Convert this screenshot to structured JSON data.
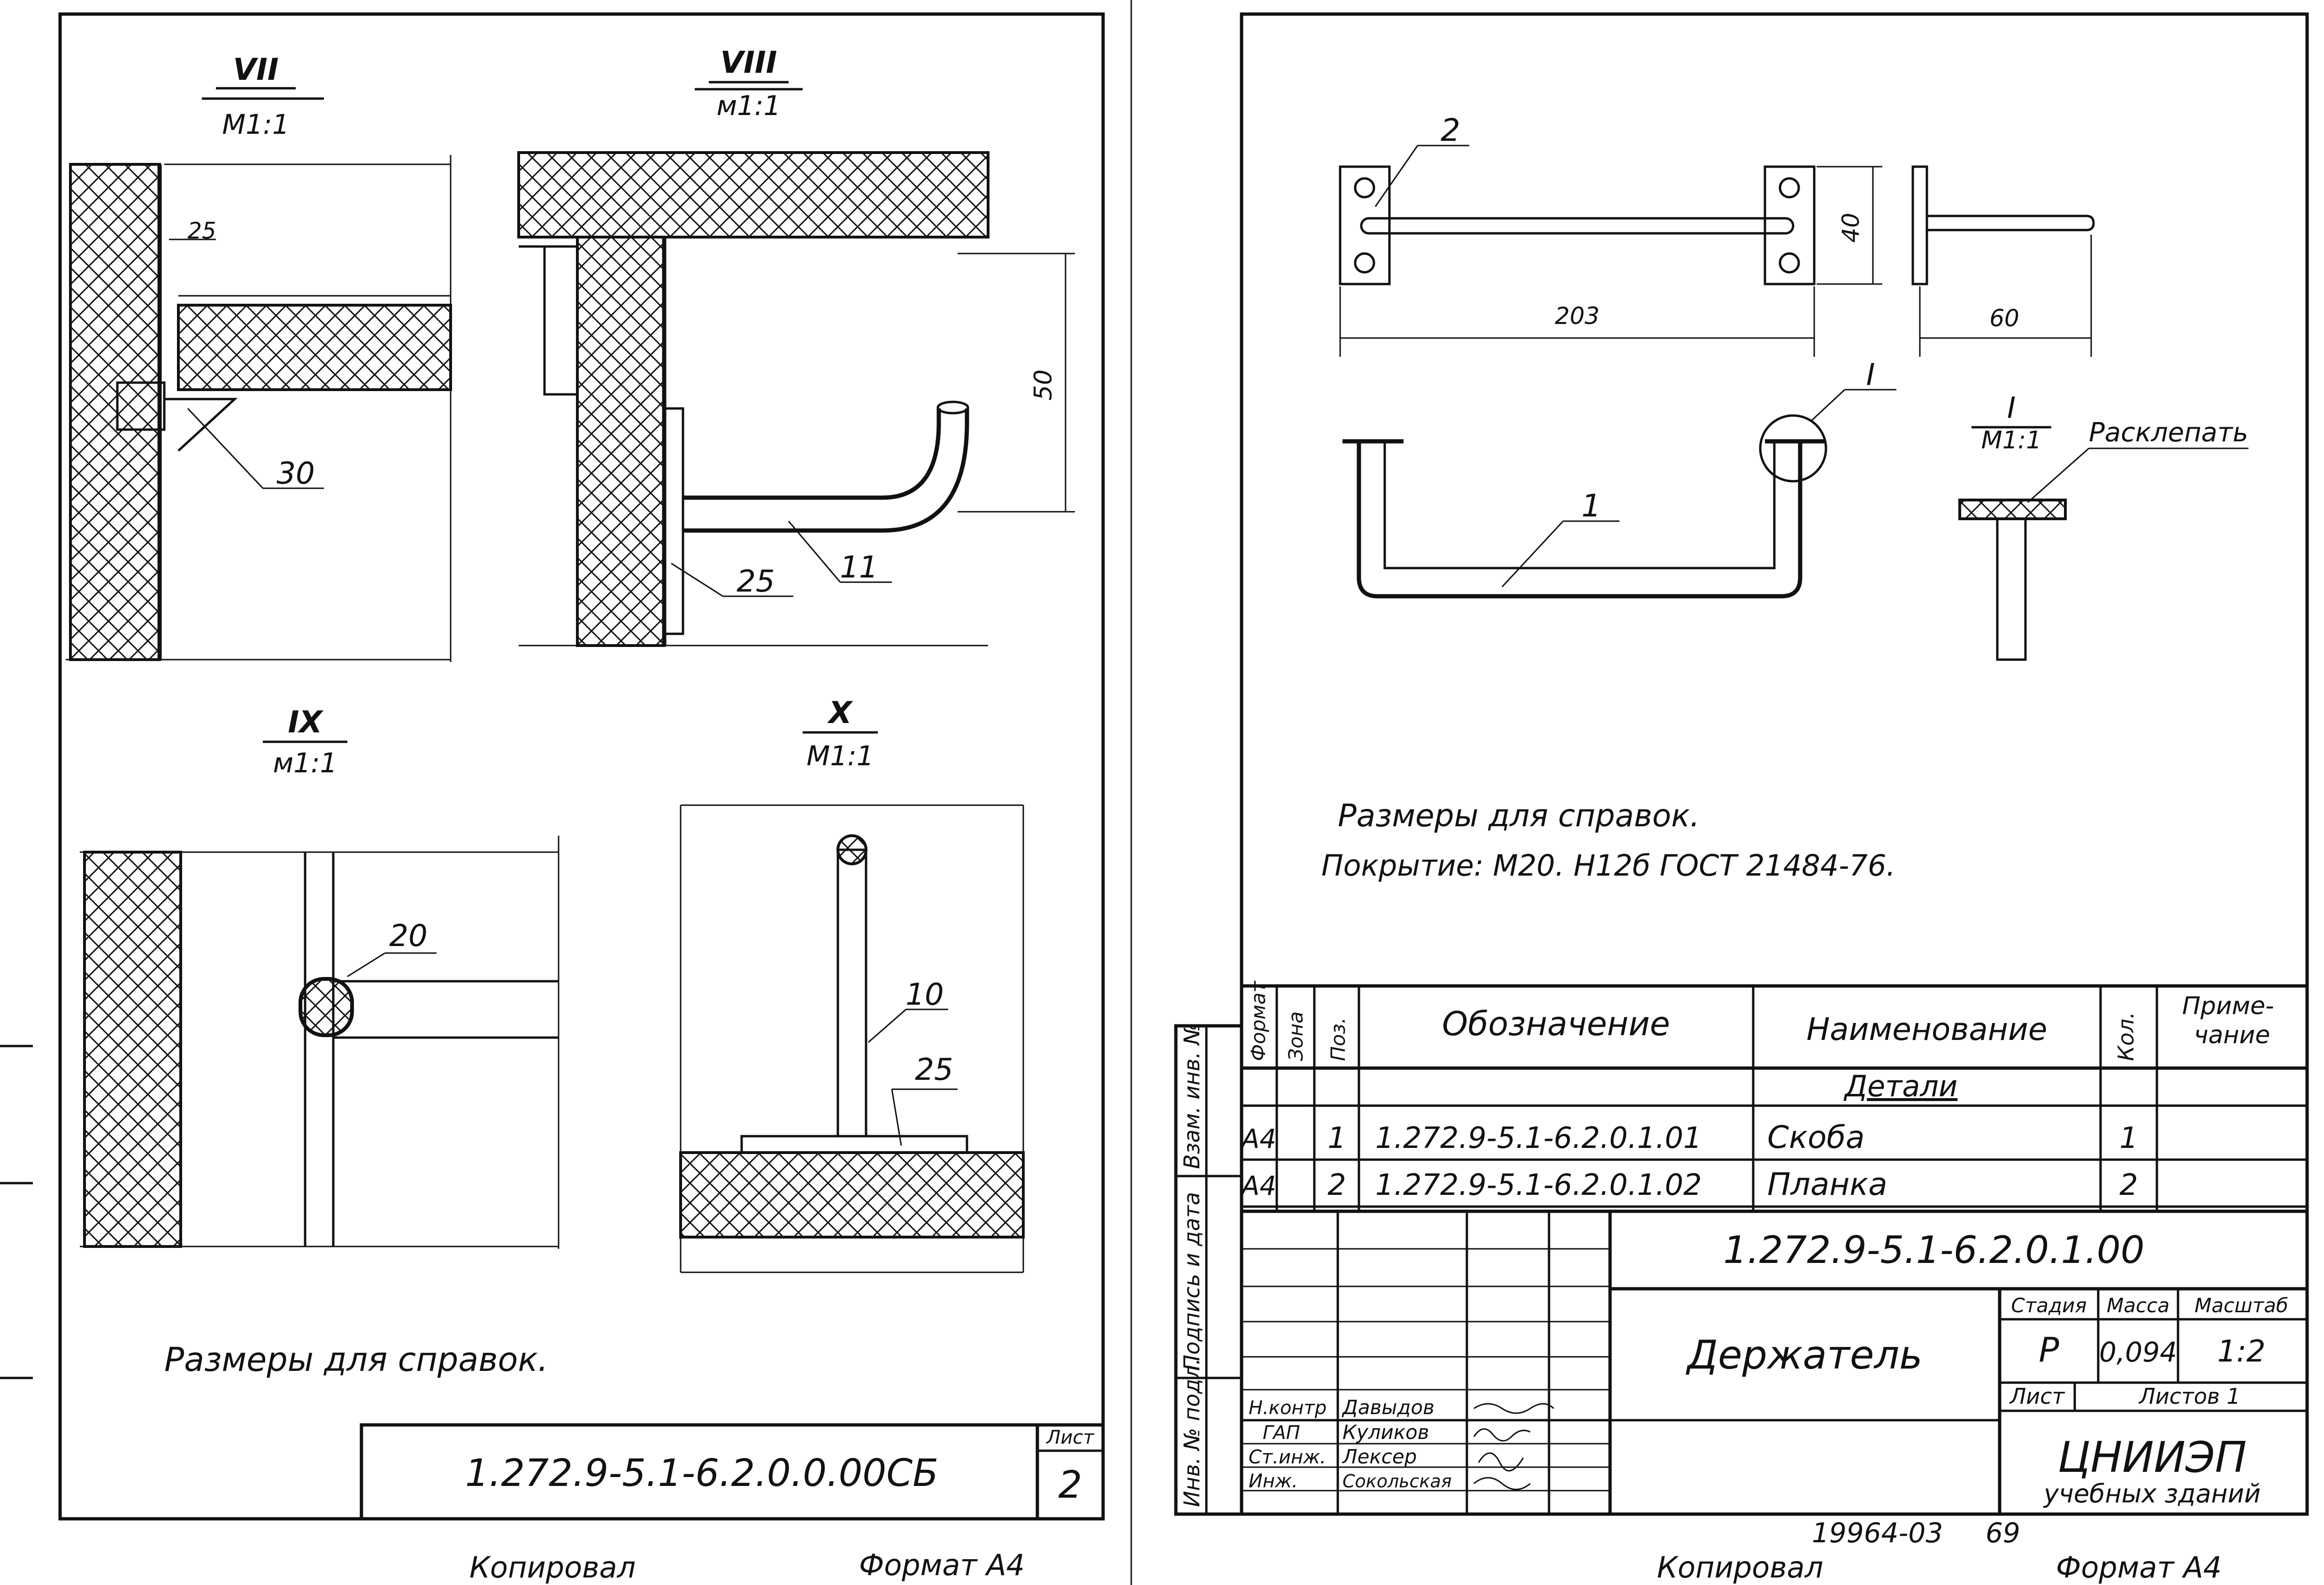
{
  "left_sheet": {
    "views": [
      {
        "id": "VII",
        "scale": "М1:1"
      },
      {
        "id": "VIII",
        "scale": "м1:1"
      },
      {
        "id": "IX",
        "scale": "м1:1"
      },
      {
        "id": "X",
        "scale": "М1:1"
      }
    ],
    "callouts": {
      "vii_dim": "25",
      "vii_pos": "30",
      "viii_dim": "50",
      "viii_pos_a": "25",
      "viii_pos_b": "11",
      "ix_pos": "20",
      "x_pos_a": "10",
      "x_pos_b": "25"
    },
    "note": "Размеры для справок.",
    "title_block": {
      "designation": "1.272.9-5.1-6.2.0.0.00СБ",
      "sheet_label": "Лист",
      "sheet_no": "2"
    },
    "footer": {
      "copied": "Копировал",
      "format": "Формат А4"
    }
  },
  "right_sheet": {
    "dimensions": {
      "width": "203",
      "height": "40",
      "depth": "60"
    },
    "position_labels": {
      "p1": "1",
      "p2": "2"
    },
    "detail": {
      "id": "I",
      "scale": "М1:1",
      "note": "Расклепать"
    },
    "notes": [
      "Размеры для справок.",
      "Покрытие: М20. Н12б ГОСТ 21484-76."
    ],
    "spec_table": {
      "headers": {
        "format": "Формат",
        "zone": "Зона",
        "pos": "Поз.",
        "designation": "Обозначение",
        "name": "Наименование",
        "qty": "Кол.",
        "note": "Приме-\nчание"
      },
      "section": "Детали",
      "rows": [
        {
          "format": "А4",
          "pos": "1",
          "designation": "1.272.9-5.1-6.2.0.1.01",
          "name": "Скоба",
          "qty": "1"
        },
        {
          "format": "А4",
          "pos": "2",
          "designation": "1.272.9-5.1-6.2.0.1.02",
          "name": "Планка",
          "qty": "2"
        }
      ]
    },
    "side_strip": [
      "Инв. № подл.",
      "Подпись и дата",
      "Взам. инв. №"
    ],
    "title_block": {
      "designation": "1.272.9-5.1-6.2.0.1.00",
      "name": "Держатель",
      "stage_label": "Стадия",
      "mass_label": "Масса",
      "scale_label": "Масштаб",
      "stage": "Р",
      "mass": "0,094",
      "scale": "1:2",
      "sheet_label": "Лист",
      "sheets_label": "Листов 1",
      "org": "ЦНИИЭП",
      "org_sub": "учебных зданий",
      "people": [
        {
          "role": "Н.контр",
          "name": "Давыдов"
        },
        {
          "role": "ГАП",
          "name": "Куликов"
        },
        {
          "role": "Ст.инж.",
          "name": "Лексер"
        },
        {
          "role": "Инж.",
          "name": "Сокольская"
        }
      ]
    },
    "footer": {
      "number": "19964-03",
      "page": "69",
      "copied": "Копировал",
      "format": "Формат А4"
    }
  }
}
